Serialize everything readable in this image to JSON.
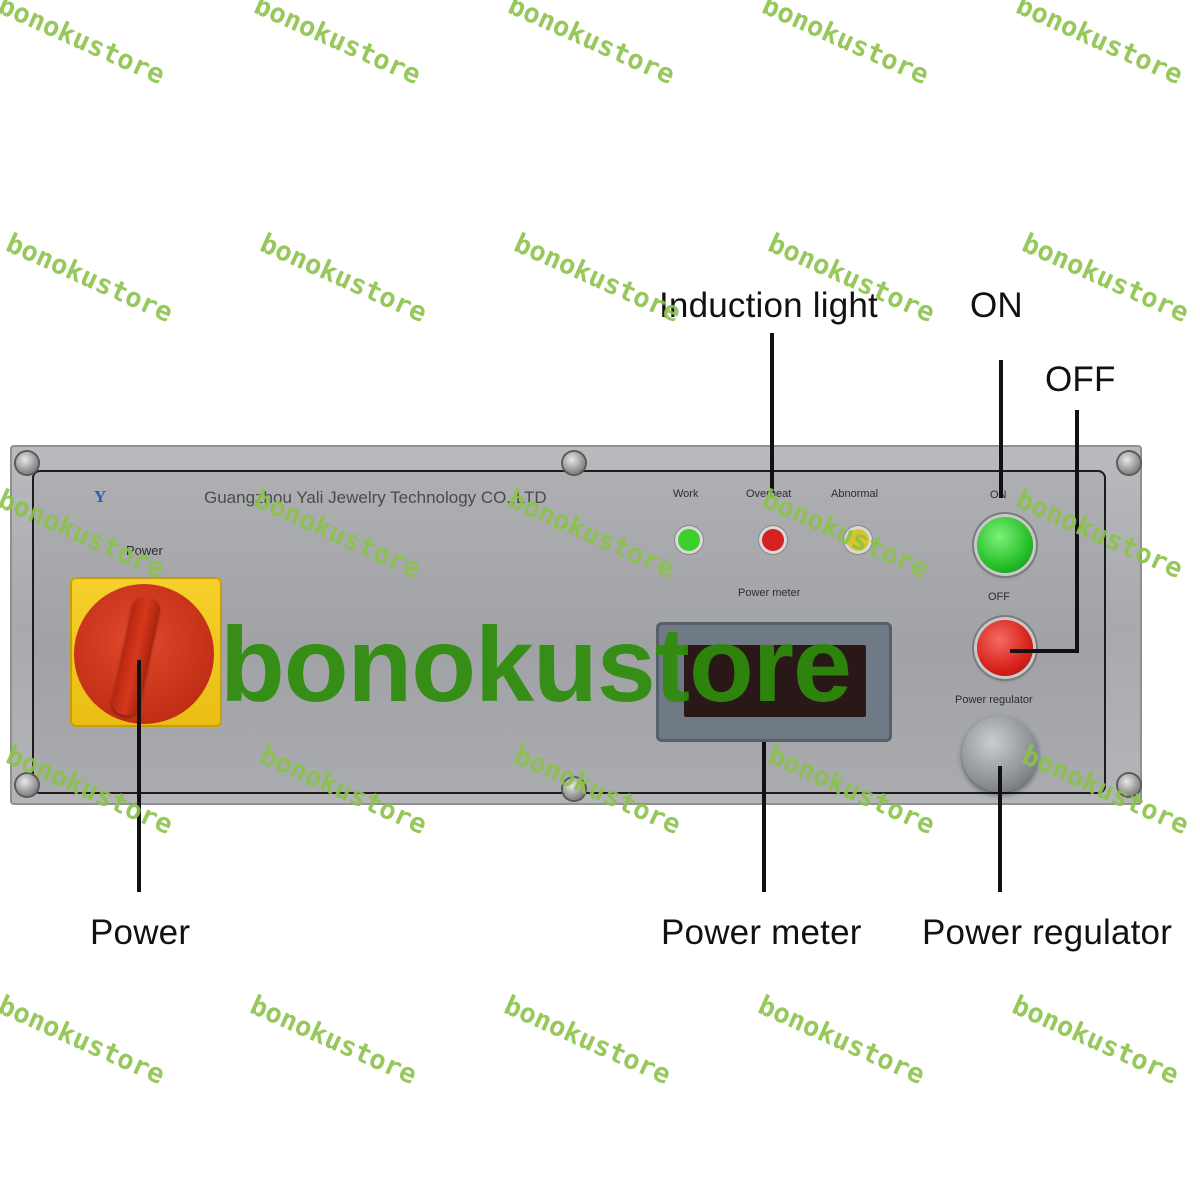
{
  "callouts": {
    "induction_light": "Induction light",
    "on": "ON",
    "off": "OFF",
    "power": "Power",
    "power_meter": "Power meter",
    "power_regulator": "Power regulator"
  },
  "panel": {
    "company": "Guangzhou Yali Jewelry Technology CO.,LTD",
    "power_label": "Power",
    "indicators": [
      {
        "label": "Work",
        "color": "#3fcf2c"
      },
      {
        "label": "Overheat",
        "color": "#d42121"
      },
      {
        "label": "Abnormal",
        "color": "#d8c52a"
      }
    ],
    "meter_label": "Power meter",
    "meter_reading": "",
    "on_label": "ON",
    "off_label": "OFF",
    "regulator_label": "Power regulator",
    "website": "",
    "phone": ""
  },
  "watermark": {
    "text": "bonokustore",
    "color": "#8bc34a",
    "big_color": "#2e8d0a"
  }
}
